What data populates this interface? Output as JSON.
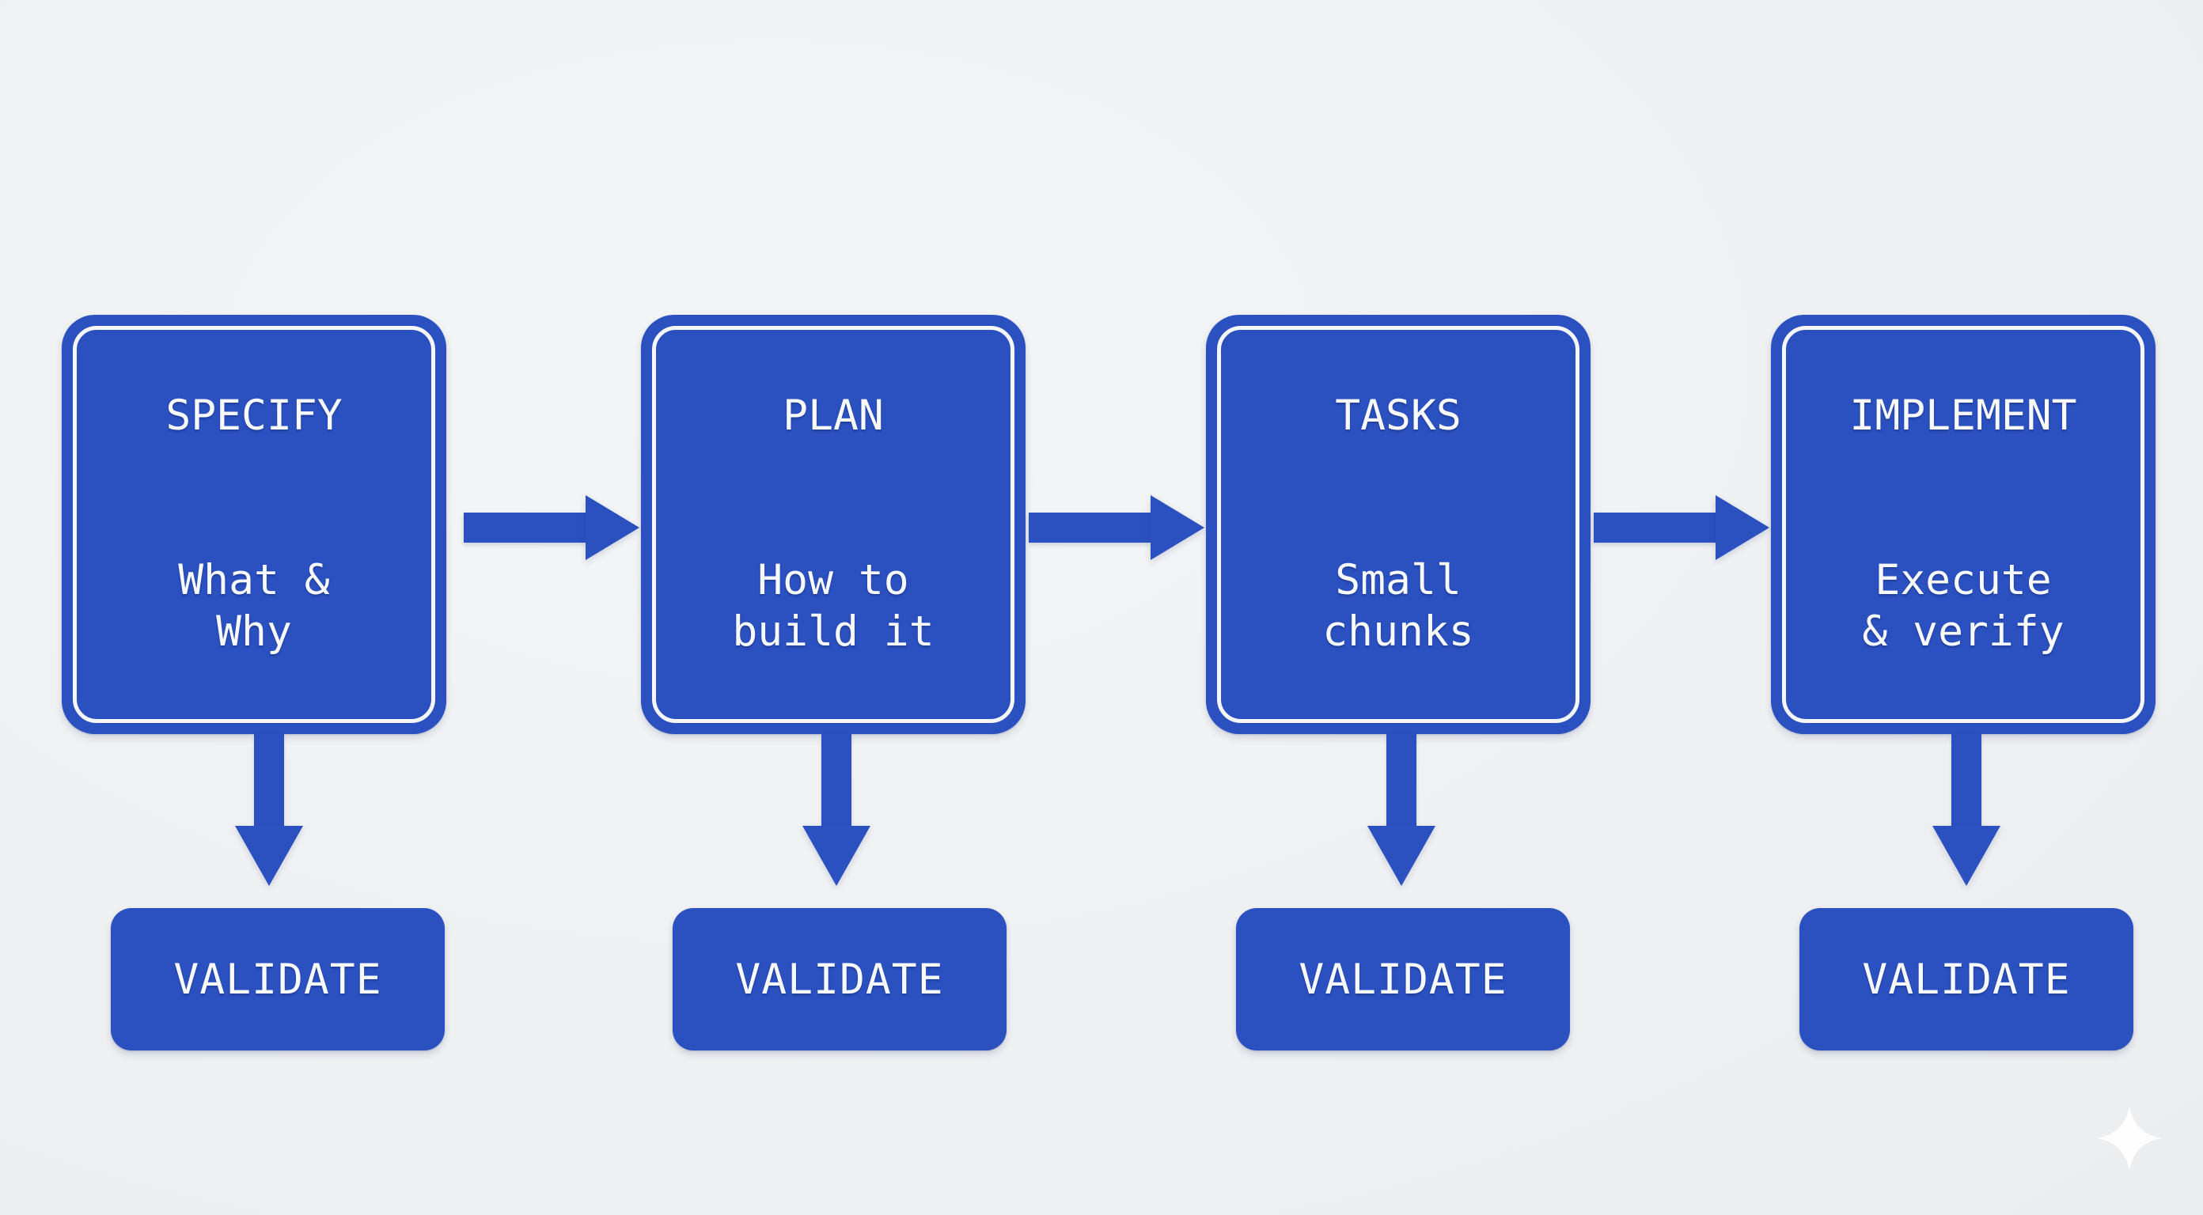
{
  "diagram": {
    "background_color": "#eef0f2",
    "accent_color": "#2b50c0",
    "text_color": "#f7f9fb",
    "border_color": "#f4f6f8",
    "stages": [
      {
        "title": "SPECIFY",
        "subtitle": "What &\nWhy",
        "validate_label": "VALIDATE"
      },
      {
        "title": "PLAN",
        "subtitle": "How to\nbuild it",
        "validate_label": "VALIDATE"
      },
      {
        "title": "TASKS",
        "subtitle": "Small\nchunks",
        "validate_label": "VALIDATE"
      },
      {
        "title": "IMPLEMENT",
        "subtitle": "Execute\n& verify",
        "validate_label": "VALIDATE"
      }
    ]
  }
}
